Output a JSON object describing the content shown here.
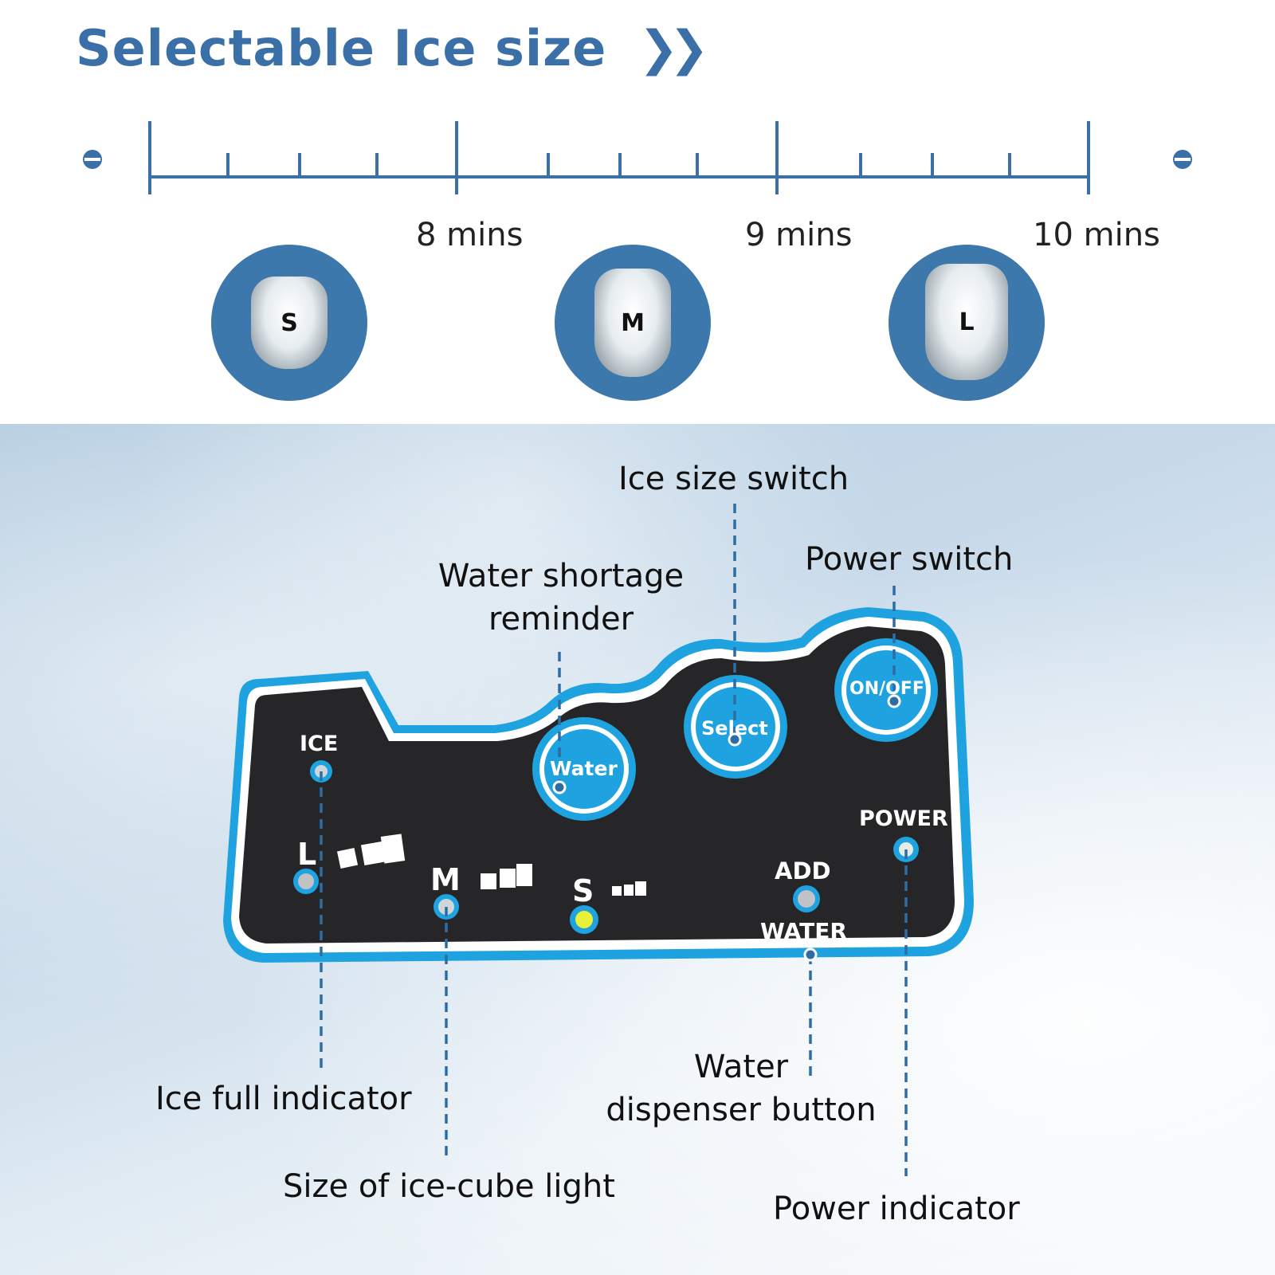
{
  "title": "Selectable Ice size",
  "title_icon": "double-chevron-right-icon",
  "timeline": {
    "labels": [
      "8 mins",
      "9 mins",
      "10 mins"
    ]
  },
  "ice_sizes": [
    {
      "label": "S"
    },
    {
      "label": "M"
    },
    {
      "label": "L"
    }
  ],
  "panel": {
    "ice": "ICE",
    "size_l": "L",
    "size_m": "M",
    "size_s": "S",
    "water_button": "Water",
    "select_button": "Select",
    "onoff_button": "ON/OFF",
    "power": "POWER",
    "add": "ADD",
    "water": "WATER"
  },
  "callouts": {
    "ice_size_switch": "Ice size switch",
    "power_switch": "Power switch",
    "water_shortage_1": "Water shortage",
    "water_shortage_2": "reminder",
    "ice_full": "Ice full indicator",
    "size_light": "Size of ice-cube light",
    "water_dispenser_1": "Water",
    "water_dispenser_2": "dispenser button",
    "power_indicator": "Power indicator"
  },
  "colors": {
    "brand_blue": "#3a6fa8",
    "panel_blue": "#1fa3e0",
    "panel_black": "#262628",
    "s_led": "#e8f03a"
  }
}
